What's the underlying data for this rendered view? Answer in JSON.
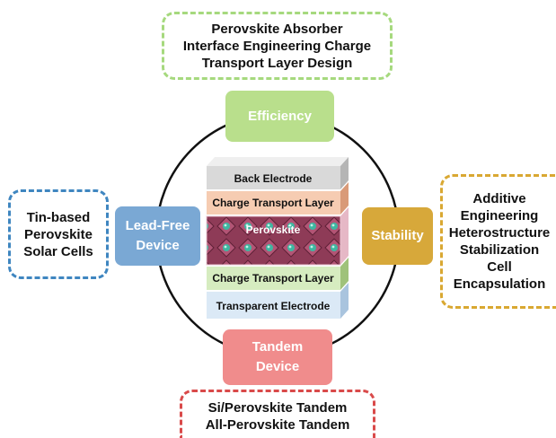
{
  "efficiency": {
    "label": "Efficiency",
    "details": [
      "Perovskite Absorber",
      "Interface Engineering Charge",
      "Transport Layer Design"
    ]
  },
  "stability": {
    "label": "Stability",
    "details": [
      "Additive",
      "Engineering",
      "Heterostructure",
      "Stabilization",
      "Cell",
      "Encapsulation"
    ]
  },
  "lead_free": {
    "label_lines": [
      "Lead-Free",
      "Device"
    ],
    "details": [
      "Tin-based",
      "Perovskite",
      "Solar Cells"
    ]
  },
  "tandem": {
    "label_lines": [
      "Tandem",
      "Device"
    ],
    "details": [
      "Si/Perovskite Tandem",
      "All-Perovskite Tandem"
    ]
  },
  "device_stack": {
    "layers": [
      "Back Electrode",
      "Charge Transport Layer",
      "Perovskite",
      "Charge Transport Layer",
      "Transparent Electrode"
    ]
  },
  "colors": {
    "efficiency": "#b9df8c",
    "stability": "#d7a83a",
    "lead_free": "#7aa8d4",
    "tandem": "#f08c8c",
    "efficiency_border": "#a6d97e",
    "stability_border": "#d9a832",
    "lead_free_border": "#3f86c0",
    "tandem_border": "#d94a4a"
  }
}
